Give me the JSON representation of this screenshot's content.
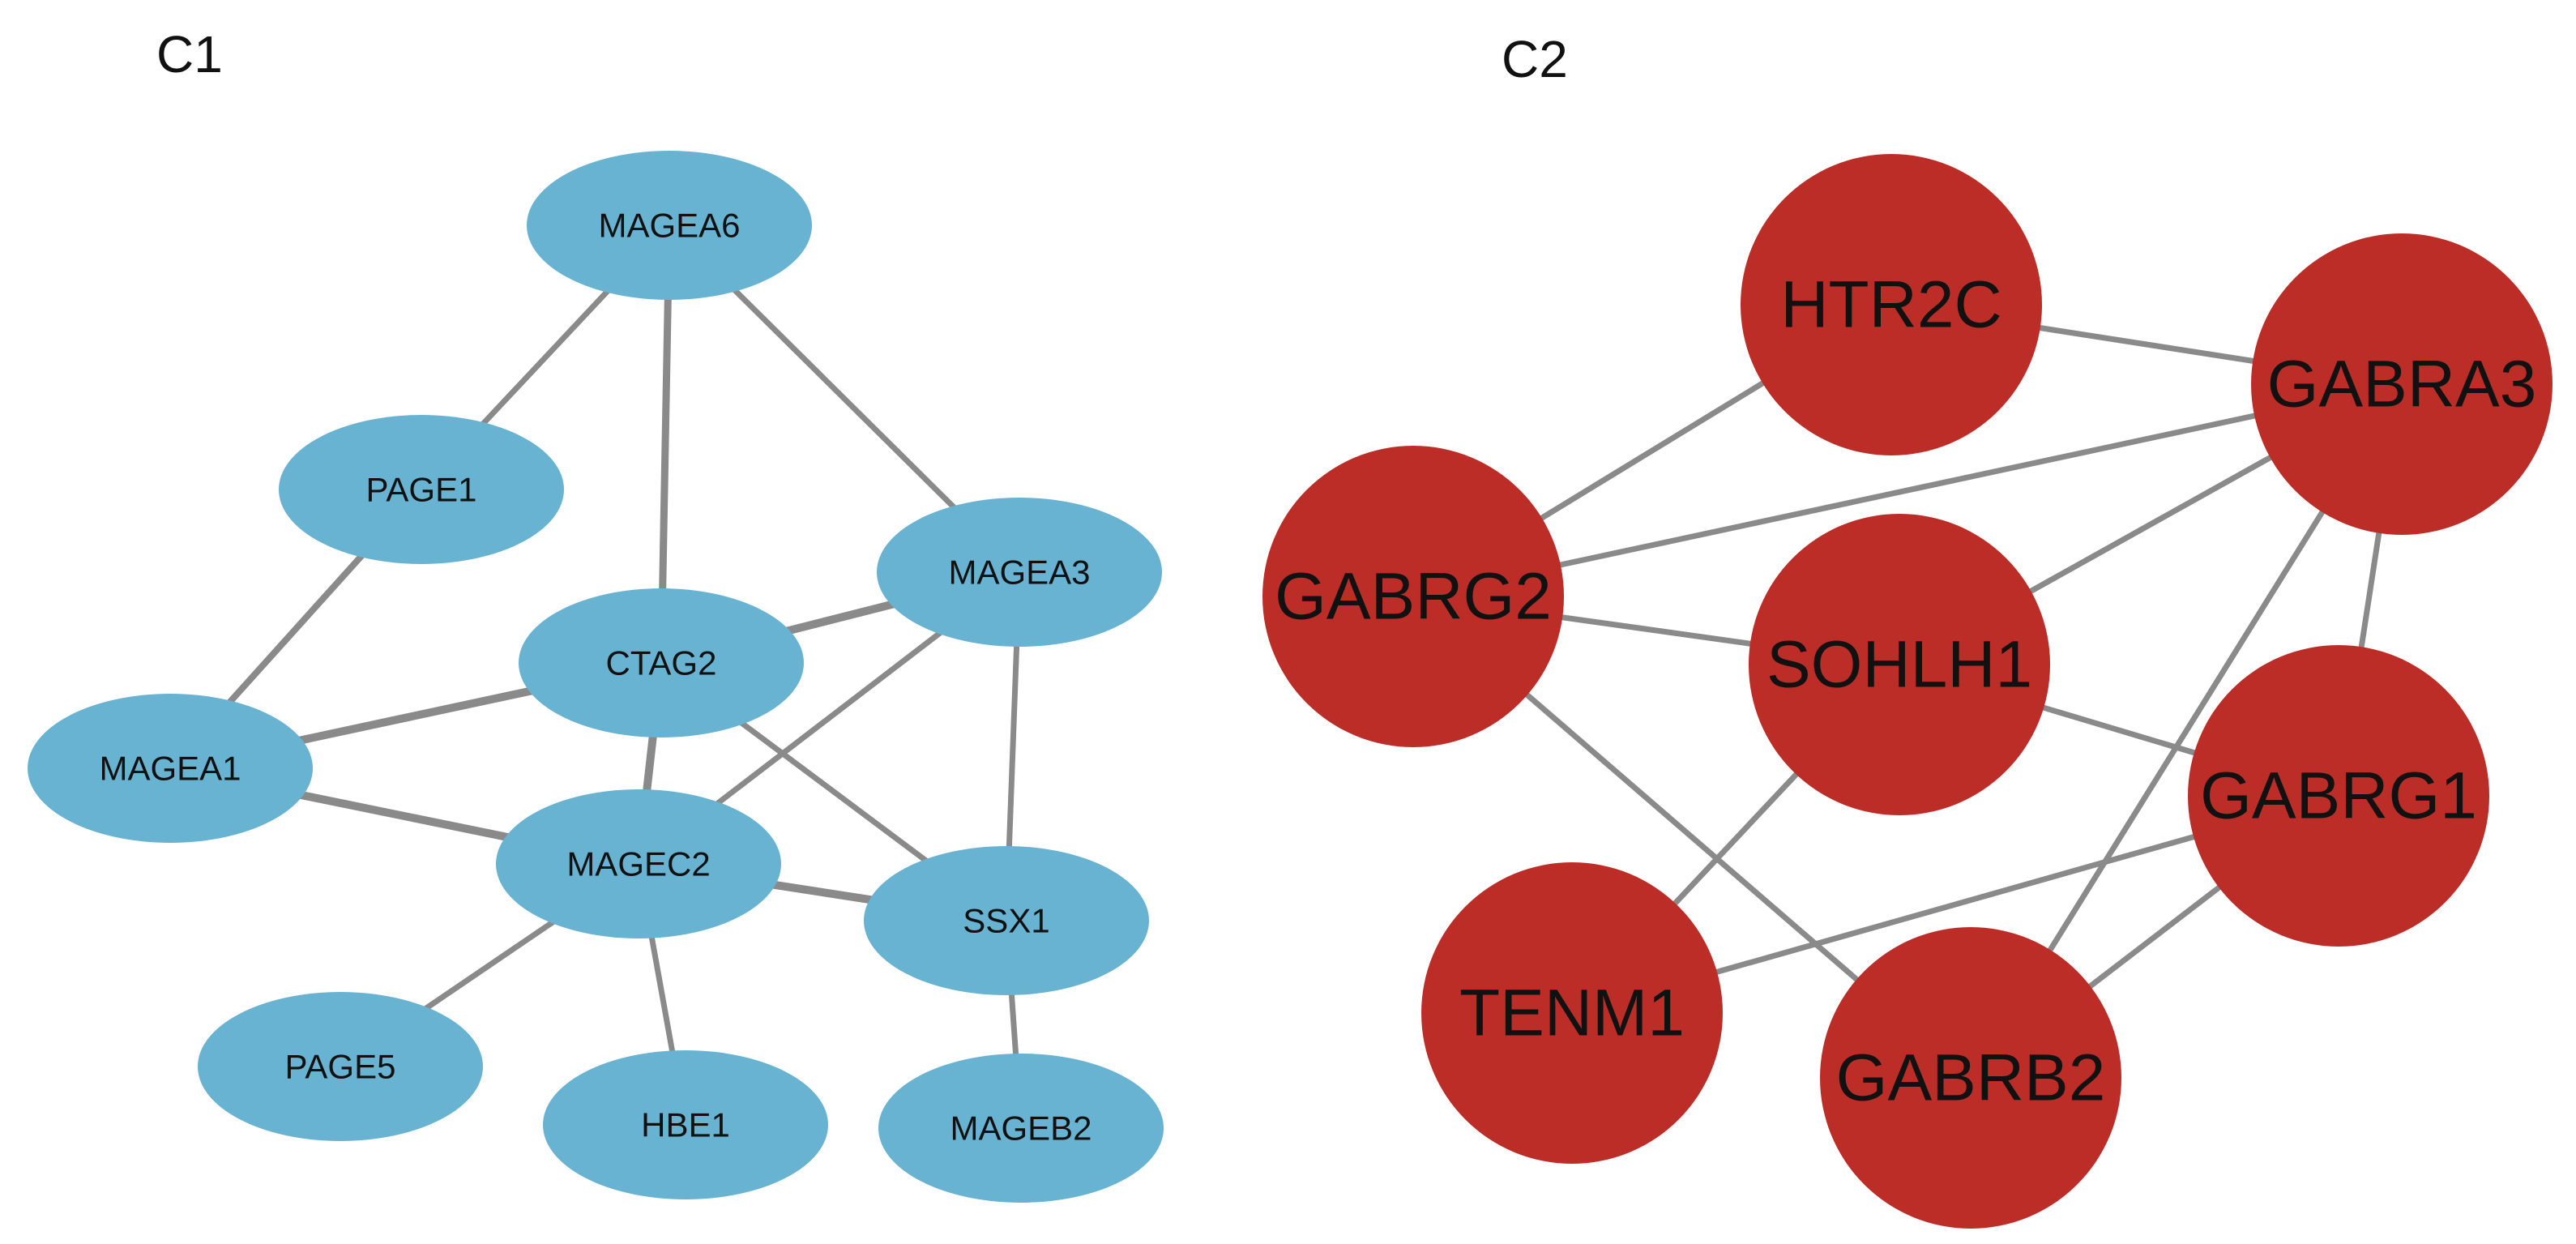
{
  "colors": {
    "c1_node": "#69b3d2",
    "c2_node": "#bd2d27",
    "edge": "#8a8a8a",
    "node_text": "#111111"
  },
  "panels": [
    {
      "id": "c1",
      "label": "C1",
      "nodes": [
        {
          "id": "MAGEA6",
          "label": "MAGEA6"
        },
        {
          "id": "PAGE1",
          "label": "PAGE1"
        },
        {
          "id": "MAGEA3",
          "label": "MAGEA3"
        },
        {
          "id": "CTAG2",
          "label": "CTAG2"
        },
        {
          "id": "MAGEA1",
          "label": "MAGEA1"
        },
        {
          "id": "MAGEC2",
          "label": "MAGEC2"
        },
        {
          "id": "SSX1",
          "label": "SSX1"
        },
        {
          "id": "PAGE5",
          "label": "PAGE5"
        },
        {
          "id": "HBE1",
          "label": "HBE1"
        },
        {
          "id": "MAGEB2",
          "label": "MAGEB2"
        }
      ],
      "edges": [
        [
          "MAGEA6",
          "PAGE1"
        ],
        [
          "MAGEA6",
          "CTAG2"
        ],
        [
          "MAGEA6",
          "MAGEA3"
        ],
        [
          "PAGE1",
          "MAGEA1"
        ],
        [
          "CTAG2",
          "MAGEA3"
        ],
        [
          "CTAG2",
          "MAGEA1"
        ],
        [
          "CTAG2",
          "MAGEC2"
        ],
        [
          "CTAG2",
          "SSX1"
        ],
        [
          "MAGEA1",
          "MAGEC2"
        ],
        [
          "MAGEA3",
          "MAGEC2"
        ],
        [
          "MAGEA3",
          "SSX1"
        ],
        [
          "MAGEC2",
          "SSX1"
        ],
        [
          "MAGEC2",
          "PAGE5"
        ],
        [
          "MAGEC2",
          "HBE1"
        ],
        [
          "SSX1",
          "MAGEB2"
        ]
      ]
    },
    {
      "id": "c2",
      "label": "C2",
      "nodes": [
        {
          "id": "HTR2C",
          "label": "HTR2C"
        },
        {
          "id": "GABRA3",
          "label": "GABRA3"
        },
        {
          "id": "GABRG2",
          "label": "GABRG2"
        },
        {
          "id": "SOHLH1",
          "label": "SOHLH1"
        },
        {
          "id": "GABRG1",
          "label": "GABRG1"
        },
        {
          "id": "TENM1",
          "label": "TENM1"
        },
        {
          "id": "GABRB2",
          "label": "GABRB2"
        }
      ],
      "edges": [
        [
          "HTR2C",
          "GABRA3"
        ],
        [
          "HTR2C",
          "GABRG2"
        ],
        [
          "GABRG2",
          "GABRA3"
        ],
        [
          "GABRG2",
          "SOHLH1"
        ],
        [
          "GABRG2",
          "GABRB2"
        ],
        [
          "SOHLH1",
          "GABRA3"
        ],
        [
          "SOHLH1",
          "GABRG1"
        ],
        [
          "SOHLH1",
          "TENM1"
        ],
        [
          "GABRA3",
          "GABRG1"
        ],
        [
          "GABRA3",
          "GABRB2"
        ],
        [
          "GABRG1",
          "TENM1"
        ],
        [
          "GABRG1",
          "GABRB2"
        ]
      ]
    }
  ]
}
